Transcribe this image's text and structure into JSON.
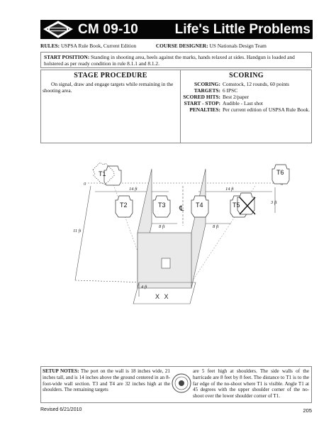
{
  "header": {
    "code": "CM 09-10",
    "title": "Life's Little Problems",
    "logo_icon": "uspsa-logo-icon"
  },
  "rules_line": {
    "rules_label": "RULES:",
    "rules_value": "USPSA Rule Book, Current Edition",
    "designer_label": "COURSE DESIGNER:",
    "designer_value": "US Nationals Design Team"
  },
  "start_position": {
    "label": "START POSITION:",
    "text": "Standing in shooting area, heels against the marks, hands relaxed at sides. Handgun is loaded and holstered as per ready condition in rule 8.1.1 and 8.1.2."
  },
  "stage_procedure": {
    "heading": "STAGE PROCEDURE",
    "text": "On signal, draw and engage targets while remaining in the shooting area."
  },
  "scoring": {
    "heading": "SCORING",
    "rows": [
      {
        "label": "SCORING:",
        "value": "Comstock, 12 rounds, 60 points"
      },
      {
        "label": "TARGETS:",
        "value": "6 IPSC"
      },
      {
        "label": "SCORED HITS:",
        "value": "Best 2/paper"
      },
      {
        "label": "START - STOP:",
        "value": "Audible - Last shot"
      },
      {
        "label": "PENALTIES:",
        "value": "Per current edition of USPSA Rule Book."
      }
    ]
  },
  "diagram": {
    "targets": [
      "T1",
      "T2",
      "T3",
      "T4",
      "T5",
      "T6"
    ],
    "dims": {
      "d14a": "14 ft",
      "d14b": "14 ft",
      "d8a": "8 ft",
      "d8b": "8 ft",
      "d3": "3 ft",
      "d11": "11 ft",
      "d4": "4 ft",
      "zero_left": "0",
      "zero_right": "0"
    },
    "centerline": "℄",
    "start_marks": "X X"
  },
  "setup_notes": {
    "label": "SETUP NOTES:",
    "left": "The port on the wall is 18 inches wide, 21 inches tall, and is 14 inches above the ground centered in an 8-foot-wide wall section. T3 and T4 are 32 inches high at the shoulders. The remaining targets",
    "right": "are 5 feet high at shoulders. The side walls of the barricade are 8 feet by 8 feet. The distance to T1 is to the far edge of the no-shoot where T1 is visible. Angle T1 at 45 degrees with the upper shoulder corner of the no-shoot over the lower shoulder corner of T1.",
    "seal_icon": "uspsa-seal-icon"
  },
  "footer": {
    "revised": "Revised 6/21/2010",
    "page": "205"
  }
}
